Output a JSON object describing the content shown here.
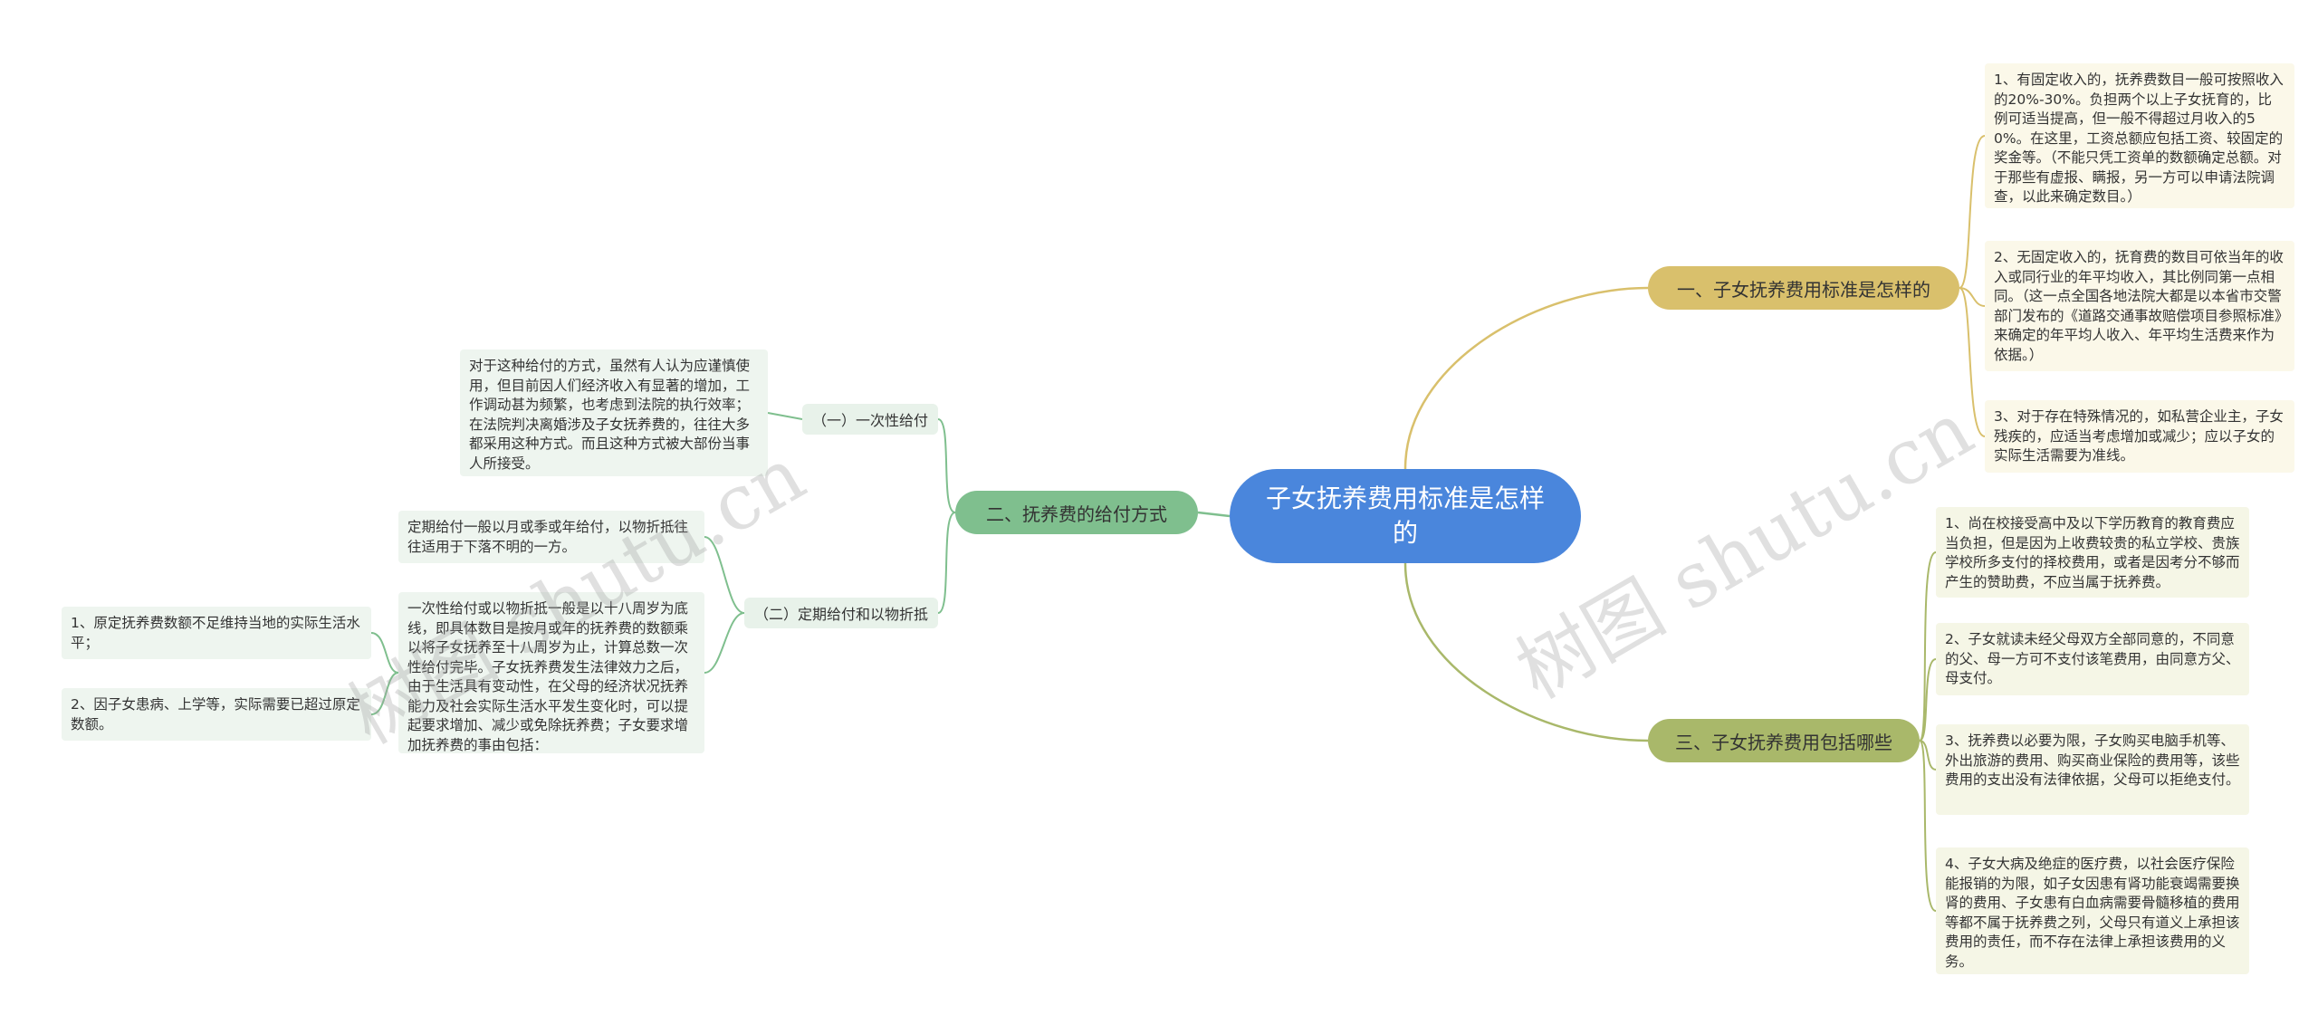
{
  "root": {
    "label": "子女抚养费用标准是怎样的"
  },
  "branches": [
    {
      "label": "一、子女抚养费用标准是怎样的",
      "items": [
        "1、有固定收入的，抚养费数目一般可按照收入的20%-30%。负担两个以上子女抚育的，比例可适当提高，但一般不得超过月收入的50%。在这里，工资总额应包括工资、较固定的奖金等。（不能只凭工资单的数额确定总额。对于那些有虚报、瞒报，另一方可以申请法院调查，以此来确定数目。）",
        "2、无固定收入的，抚育费的数目可依当年的收入或同行业的年平均收入，其比例同第一点相同。（这一点全国各地法院大都是以本省市交警部门发布的《道路交通事故赔偿项目参照标准》来确定的年平均人收入、年平均生活费来作为依据。）",
        "3、对于存在特殊情况的，如私营企业主，子女残疾的，应适当考虑增加或减少；应以子女的实际生活需要为准线。"
      ]
    },
    {
      "label": "二、抚养费的给付方式",
      "subs": [
        {
          "label": "（一）一次性给付",
          "items": [
            "对于这种给付的方式，虽然有人认为应谨慎使用，但目前因人们经济收入有显著的增加，工作调动甚为频繁，也考虑到法院的执行效率；在法院判决离婚涉及子女抚养费的，往往大多都采用这种方式。而且这种方式被大部份当事人所接受。"
          ]
        },
        {
          "label": "（二）定期给付和以物折抵",
          "items": [
            "定期给付一般以月或季或年给付，以物折抵往往适用于下落不明的一方。",
            "一次性给付或以物折抵一般是以十八周岁为底线，即具体数目是按月或年的抚养费的数额乘以将子女抚养至十八周岁为止，计算总数一次性给付完毕。子女抚养费发生法律效力之后，由于生活具有变动性，在父母的经济状况抚养能力及社会实际生活水平发生变化时，可以提起要求增加、减少或免除抚养费；子女要求增加抚养费的事由包括："
          ],
          "reasons": [
            "1、原定抚养费数额不足维持当地的实际生活水平；",
            "2、因子女患病、上学等，实际需要已超过原定数额。"
          ]
        }
      ]
    },
    {
      "label": "三、子女抚养费用包括哪些",
      "items": [
        "1、尚在校接受高中及以下学历教育的教育费应当负担，但是因为上收费较贵的私立学校、贵族学校所多支付的择校费用，或者是因考分不够而产生的赞助费，不应当属于抚养费。",
        "2、子女就读未经父母双方全部同意的，不同意的父、母一方可不支付该笔费用，由同意方父、母支付。",
        "3、抚养费以必要为限，子女购买电脑手机等、外出旅游的费用、购买商业保险的费用等，该些费用的支出没有法律依据，父母可以拒绝支付。",
        "4、子女大病及绝症的医疗费，以社会医疗保险能报销的为限，如子女因患有肾功能衰竭需要换肾的费用、子女患有白血病需要骨髓移植的费用等都不属于抚养费之列，父母只有道义上承担该费用的责任，而不存在法律上承担该费用的义务。"
      ]
    }
  ],
  "watermark": "树图 shutu.cn",
  "colors": {
    "root": "#4a86dc",
    "branch1": "#d9c06c",
    "branch2": "#7fbf8e",
    "branch3": "#a9b86a"
  }
}
